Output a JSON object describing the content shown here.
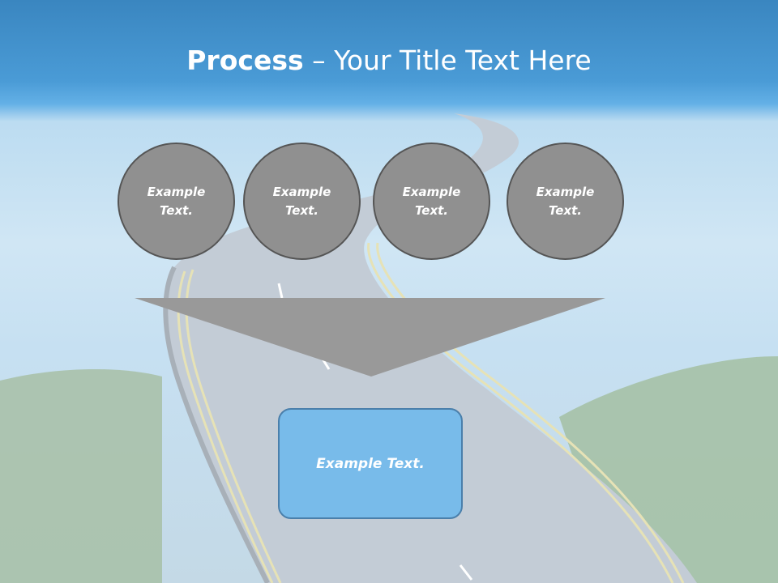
{
  "title": {
    "strong": "Process",
    "rest": " – Your Title Text Here"
  },
  "steps": [
    {
      "label": "Example Text."
    },
    {
      "label": "Example Text."
    },
    {
      "label": "Example Text."
    },
    {
      "label": "Example Text."
    }
  ],
  "result": {
    "label": "Example Text."
  },
  "colors": {
    "title_band": "#4a9bd6",
    "circle_fill": "#909090",
    "circle_border": "#555555",
    "funnel": "#999999",
    "result_fill": "#78bbea",
    "result_border": "#4a7fab"
  }
}
